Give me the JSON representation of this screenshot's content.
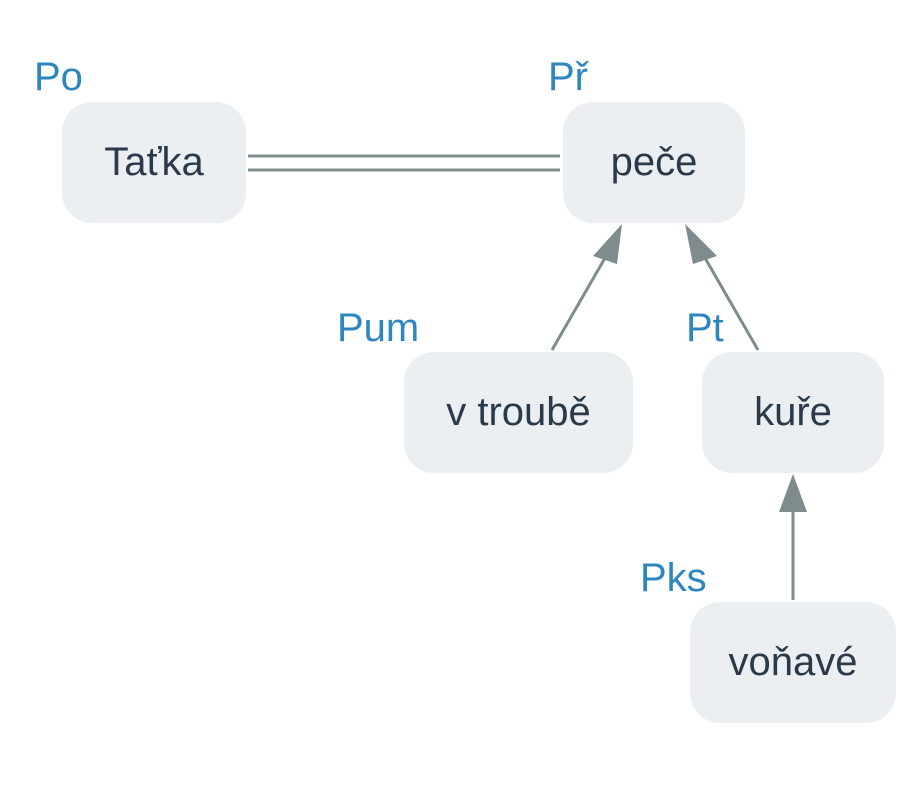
{
  "colors": {
    "node_fill": "#eceff1",
    "node_text": "#2b3a4a",
    "role_text": "#2e86c1",
    "edge": "#7f8c8d"
  },
  "nodes": {
    "tatka": {
      "text": "Taťka",
      "role": "Po"
    },
    "pece": {
      "text": "peče",
      "role": "Př"
    },
    "v_troube": {
      "text": "v troubě",
      "role": "Pum"
    },
    "kure": {
      "text": "kuře",
      "role": "Pt"
    },
    "vonave": {
      "text": "voňavé",
      "role": "Pks"
    }
  },
  "edges": [
    {
      "from": "tatka",
      "to": "pece",
      "style": "double-line"
    },
    {
      "from": "v_troube",
      "to": "pece",
      "style": "arrow"
    },
    {
      "from": "kure",
      "to": "pece",
      "style": "arrow"
    },
    {
      "from": "vonave",
      "to": "kure",
      "style": "arrow"
    }
  ]
}
